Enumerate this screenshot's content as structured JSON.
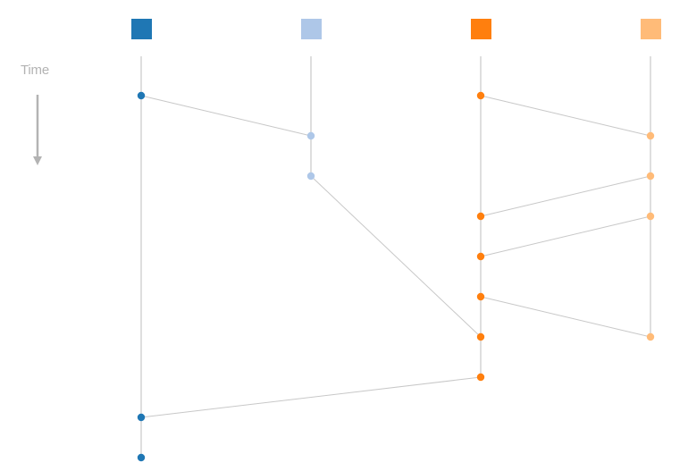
{
  "time_axis": {
    "label": "Time"
  },
  "lanes": [
    {
      "id": "p1",
      "color": "#1f77b4"
    },
    {
      "id": "p2",
      "color": "#aec7e8"
    },
    {
      "id": "p3",
      "color": "#ff7f0e"
    },
    {
      "id": "p4",
      "color": "#ffbb78"
    }
  ],
  "events": [
    {
      "lane": 0,
      "step": 1
    },
    {
      "lane": 0,
      "step": 9
    },
    {
      "lane": 0,
      "step": 10
    },
    {
      "lane": 1,
      "step": 2
    },
    {
      "lane": 1,
      "step": 3
    },
    {
      "lane": 2,
      "step": 1
    },
    {
      "lane": 2,
      "step": 4
    },
    {
      "lane": 2,
      "step": 5
    },
    {
      "lane": 2,
      "step": 6
    },
    {
      "lane": 2,
      "step": 7
    },
    {
      "lane": 2,
      "step": 8
    },
    {
      "lane": 3,
      "step": 2
    },
    {
      "lane": 3,
      "step": 3
    },
    {
      "lane": 3,
      "step": 4
    },
    {
      "lane": 3,
      "step": 7
    }
  ],
  "messages": [
    {
      "from": {
        "lane": 0,
        "step": 1
      },
      "to": {
        "lane": 1,
        "step": 2
      }
    },
    {
      "from": {
        "lane": 1,
        "step": 3
      },
      "to": {
        "lane": 2,
        "step": 7
      }
    },
    {
      "from": {
        "lane": 2,
        "step": 8
      },
      "to": {
        "lane": 0,
        "step": 9
      }
    },
    {
      "from": {
        "lane": 2,
        "step": 1
      },
      "to": {
        "lane": 3,
        "step": 2
      }
    },
    {
      "from": {
        "lane": 3,
        "step": 3
      },
      "to": {
        "lane": 2,
        "step": 4
      }
    },
    {
      "from": {
        "lane": 3,
        "step": 4
      },
      "to": {
        "lane": 2,
        "step": 5
      }
    },
    {
      "from": {
        "lane": 2,
        "step": 6
      },
      "to": {
        "lane": 3,
        "step": 7
      }
    }
  ]
}
